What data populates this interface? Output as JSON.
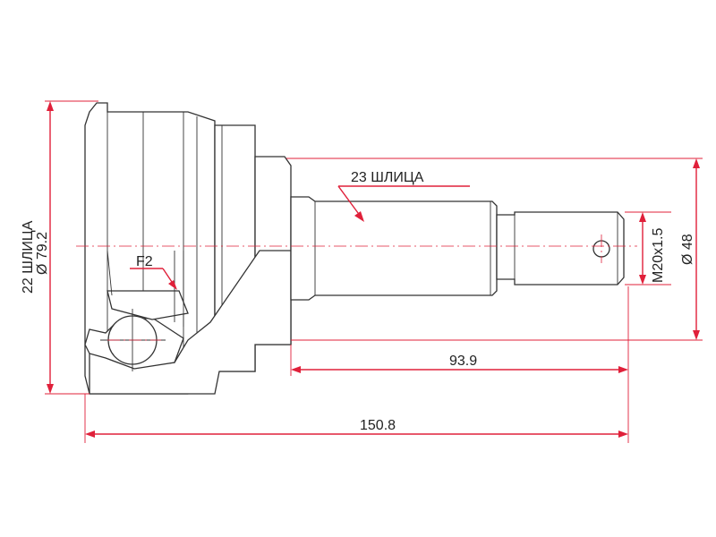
{
  "labels": {
    "outer_splines": "22 ШЛИЦА",
    "outer_diameter": "Ø 79.2",
    "inner_splines": "23 ШЛИЦА",
    "thread": "M20x1.5",
    "shaft_diameter": "Ø 48",
    "f2": "F2",
    "length_shaft": "93.9",
    "length_total": "150.8"
  },
  "colors": {
    "dimension": "#e0203a",
    "outline": "#333333"
  }
}
